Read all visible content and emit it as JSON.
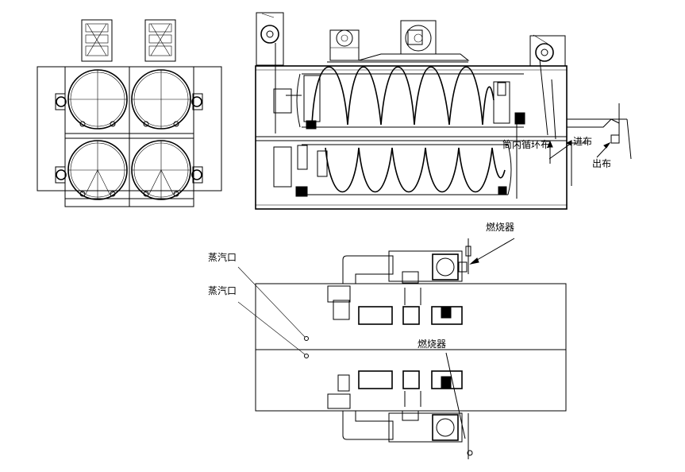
{
  "labels": {
    "inner_circulation": "筒内循环布",
    "cloth_in": "进布",
    "cloth_out": "出布",
    "burner_top": "燃烧器",
    "burner_mid": "燃烧器",
    "steam_inlet_1": "蒸汽口",
    "steam_inlet_2": "蒸汽口"
  }
}
